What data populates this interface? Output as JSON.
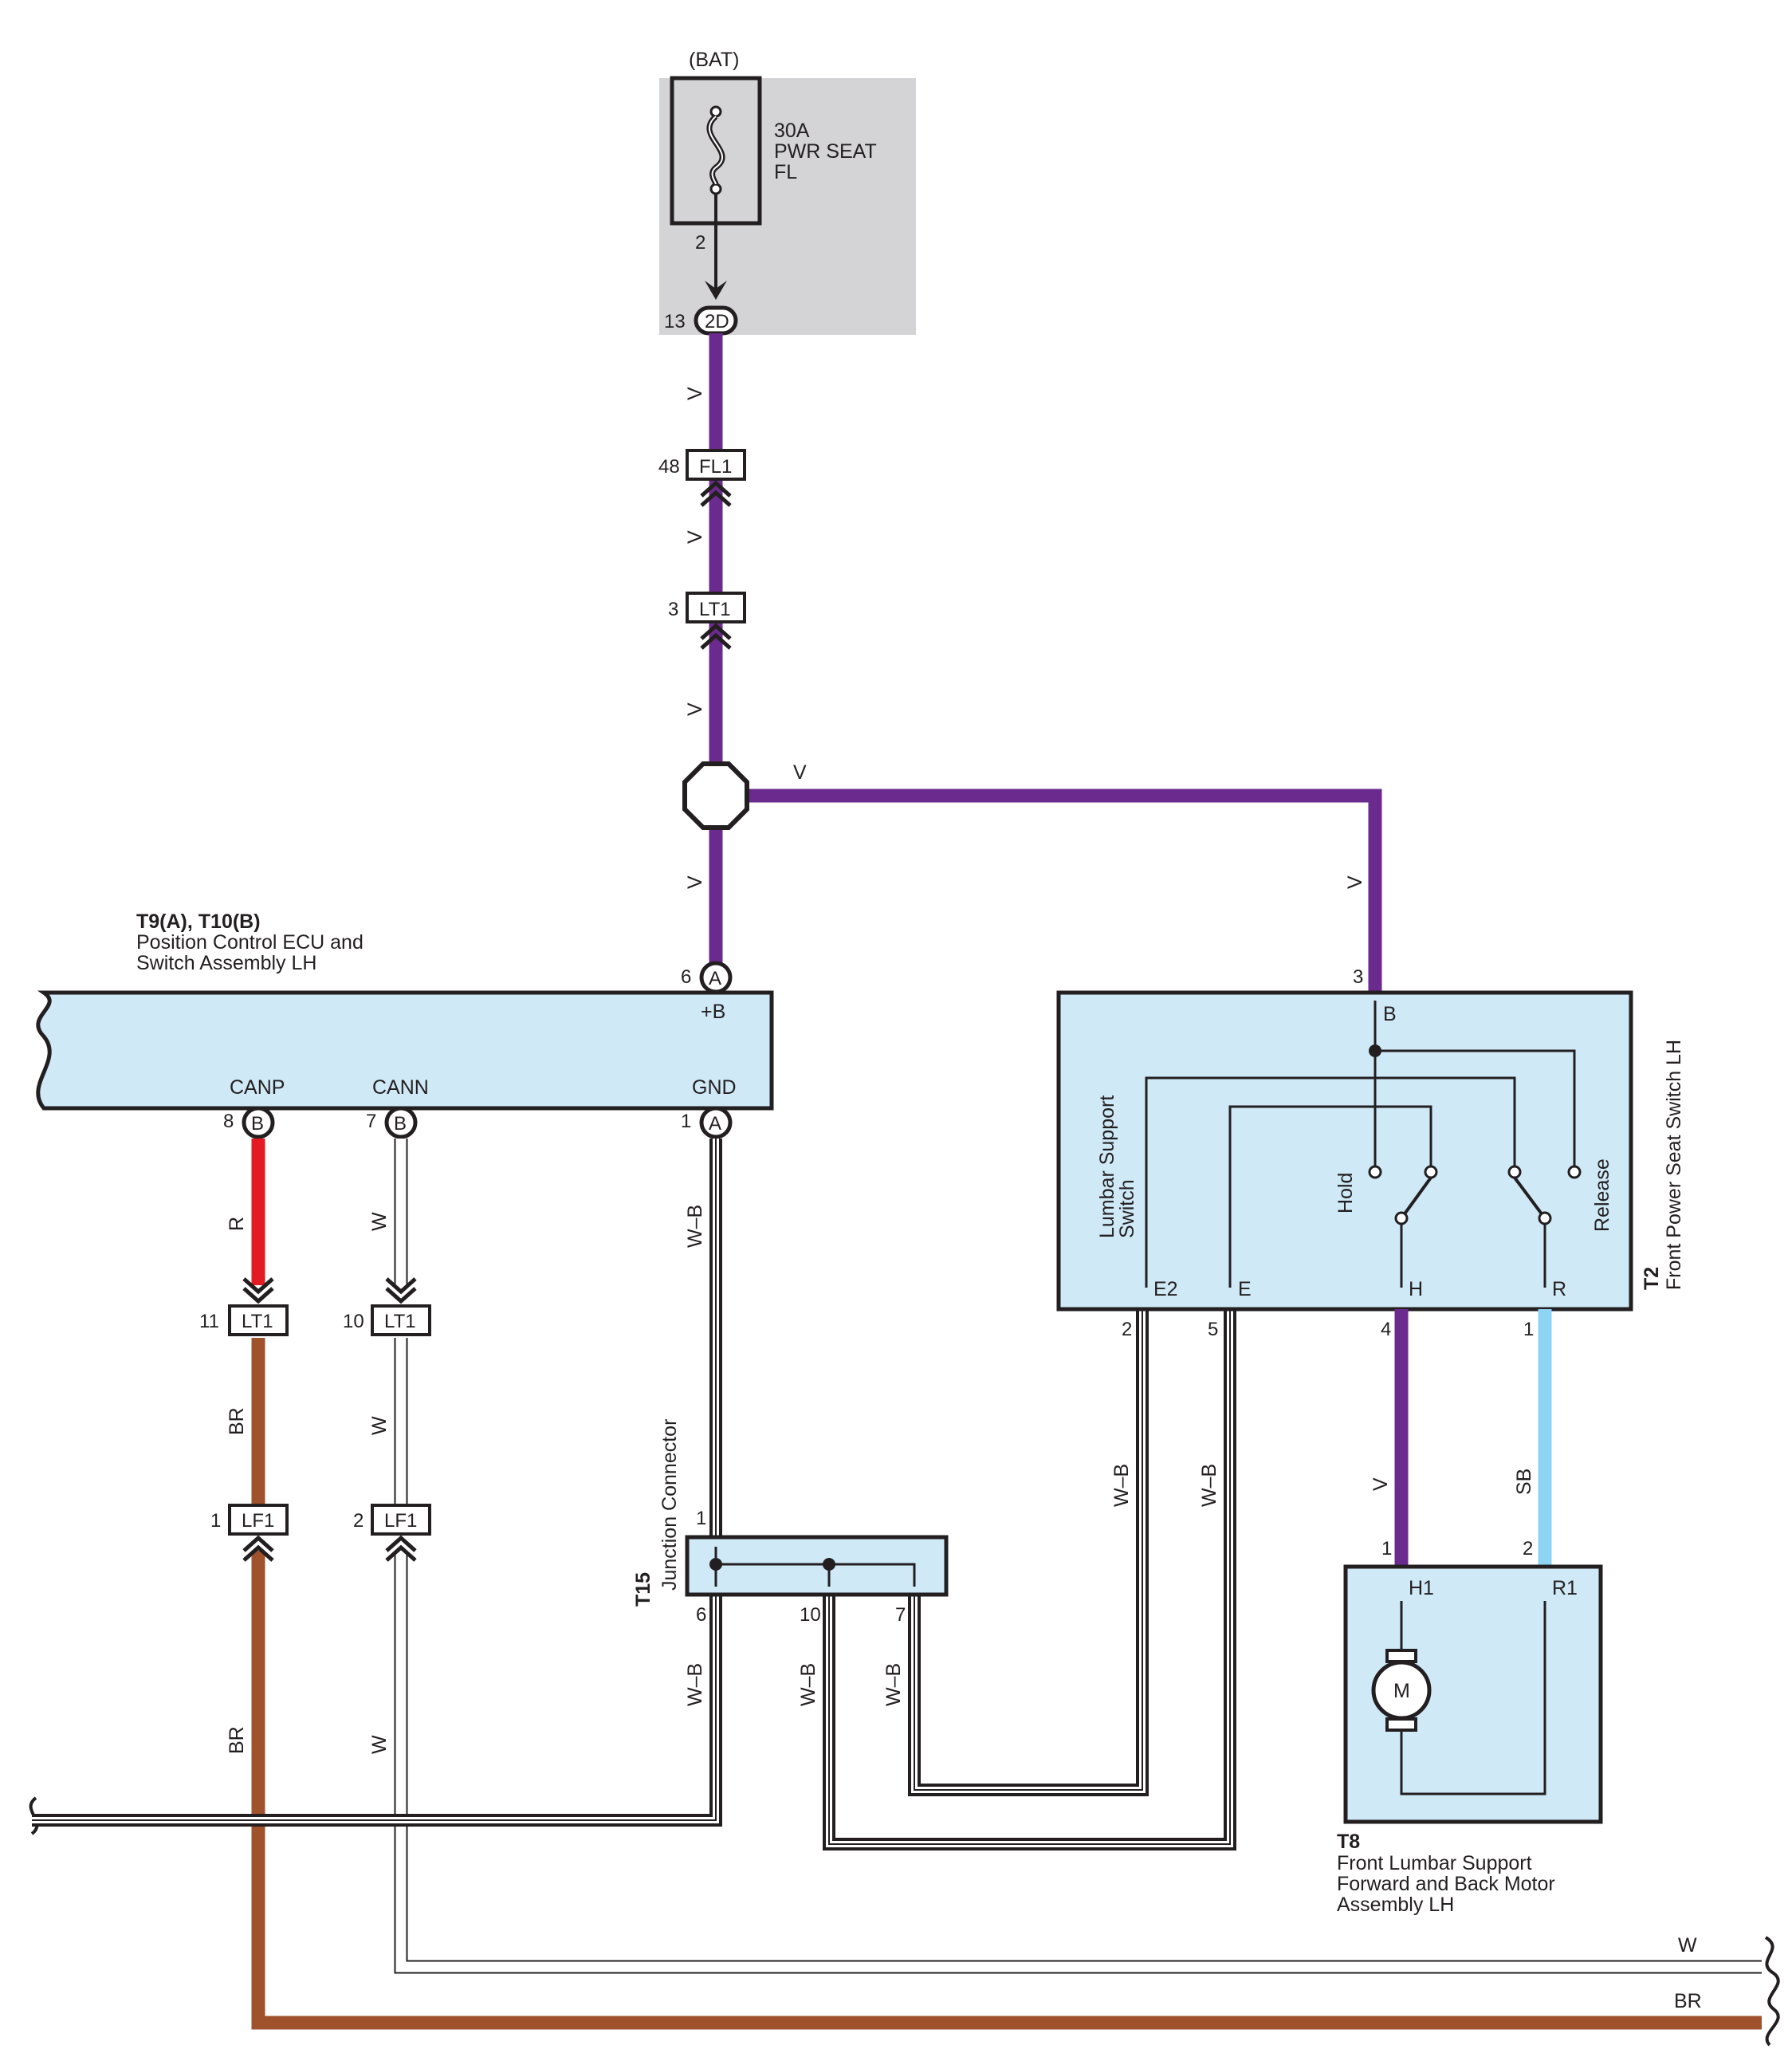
{
  "colors": {
    "violet": "#6b2a8e",
    "red": "#e31b23",
    "brown": "#a0522d",
    "sky_blue": "#8dd3f3",
    "white_wire": "#ffffff",
    "black_stripe": "#231f20",
    "component_fill": "#cfe9f7",
    "fuse_box_fill": "#d4d4d6"
  },
  "fuse": {
    "source": "(BAT)",
    "rating": "30A",
    "name_line1": "PWR SEAT",
    "name_line2": "FL",
    "pin": "2",
    "junction_pin": "13",
    "junction_label": "2D"
  },
  "connectors": {
    "fl1_pin": "48",
    "fl1": "FL1",
    "lt1_top_pin": "3",
    "lt1_top": "LT1",
    "lt1_canp_pin": "11",
    "lt1_canp": "LT1",
    "lt1_cann_pin": "10",
    "lt1_cann": "LT1",
    "lf1_canp_pin": "1",
    "lf1_canp": "LF1",
    "lf1_cann_pin": "2",
    "lf1_cann": "LF1"
  },
  "wire_colors": {
    "v": "V",
    "r": "R",
    "w": "W",
    "br": "BR",
    "wb": "W–B",
    "sb": "SB"
  },
  "ecu": {
    "code": "T9(A), T10(B)",
    "name_line1": "Position Control ECU and",
    "name_line2": "Switch Assembly LH",
    "terminal_b": "+B",
    "terminal_canp": "CANP",
    "terminal_cann": "CANN",
    "terminal_gnd": "GND",
    "pin_b": "6",
    "pin_b_conn": "A",
    "pin_canp": "8",
    "pin_canp_conn": "B",
    "pin_cann": "7",
    "pin_cann_conn": "B",
    "pin_gnd": "1",
    "pin_gnd_conn": "A"
  },
  "switch": {
    "code": "T2",
    "name": "Front Power Seat Switch LH",
    "sub_line1": "Lumbar Support",
    "sub_line2": "Switch",
    "terminal_b": "B",
    "terminal_e2": "E2",
    "terminal_e": "E",
    "terminal_h": "H",
    "terminal_r": "R",
    "hold": "Hold",
    "release": "Release",
    "pin_b": "3",
    "pin_e2": "2",
    "pin_e": "5",
    "pin_h": "4",
    "pin_r": "1"
  },
  "junction": {
    "code": "T15",
    "name": "Junction Connector",
    "pin_1": "1",
    "pin_6": "6",
    "pin_10": "10",
    "pin_7": "7"
  },
  "motor": {
    "code": "T8",
    "name_line1": "Front Lumbar Support",
    "name_line2": "Forward and Back Motor",
    "name_line3": "Assembly LH",
    "terminal_h1": "H1",
    "terminal_r1": "R1",
    "symbol": "M",
    "pin_h1": "1",
    "pin_r1": "2"
  }
}
